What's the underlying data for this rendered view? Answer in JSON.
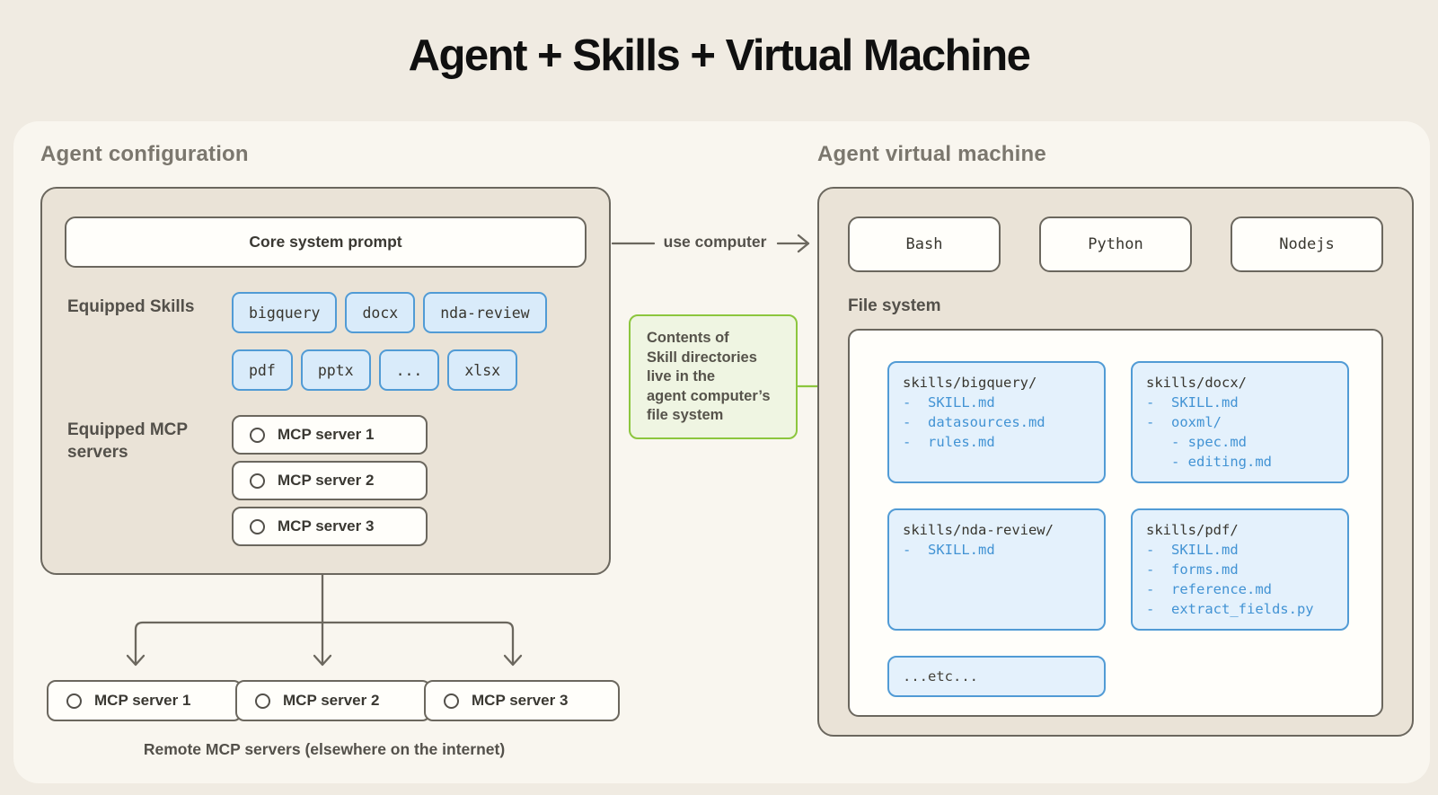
{
  "title": "Agent + Skills + Virtual Machine",
  "agent_config": {
    "heading": "Agent configuration",
    "core_prompt": "Core system prompt",
    "skills_label": "Equipped Skills",
    "skills_row1": [
      "bigquery",
      "docx",
      "nda-review"
    ],
    "skills_row2": [
      "pdf",
      "pptx",
      "...",
      "xlsx"
    ],
    "mcp_label": "Equipped MCP\nservers",
    "mcp_servers": [
      "MCP server 1",
      "MCP server 2",
      "MCP server 3"
    ]
  },
  "remote_mcp": {
    "servers": [
      "MCP server 1",
      "MCP server 2",
      "MCP server 3"
    ],
    "caption": "Remote MCP servers (elsewhere on the internet)"
  },
  "connectors": {
    "use_computer_label": "use computer",
    "callout_text": "Contents of\nSkill directories\nlive in the\nagent computer’s\nfile system"
  },
  "vm": {
    "heading": "Agent virtual machine",
    "runtimes": [
      "Bash",
      "Python",
      "Nodejs"
    ],
    "file_system_label": "File system",
    "dirs": [
      {
        "name": "skills/bigquery/",
        "files": [
          "-  SKILL.md",
          "-  datasources.md",
          "-  rules.md"
        ]
      },
      {
        "name": "skills/docx/",
        "files": [
          "-  SKILL.md",
          "-  ooxml/",
          "   - spec.md",
          "   - editing.md"
        ]
      },
      {
        "name": "skills/nda-review/",
        "files": [
          "-  SKILL.md"
        ]
      },
      {
        "name": "skills/pdf/",
        "files": [
          "-  SKILL.md",
          "-  forms.md",
          "-  reference.md",
          "-  extract_fields.py"
        ]
      }
    ],
    "etc_label": "...etc..."
  },
  "colors": {
    "background": "#f0ebe2",
    "board": "#f9f6ef",
    "panel_fill": "#eae3d7",
    "line": "#6b675e",
    "accent_blue": "#519bd5",
    "file_text_blue": "#4293d4",
    "accent_green": "#8cc63e",
    "callout_fill": "#eff5e2"
  }
}
